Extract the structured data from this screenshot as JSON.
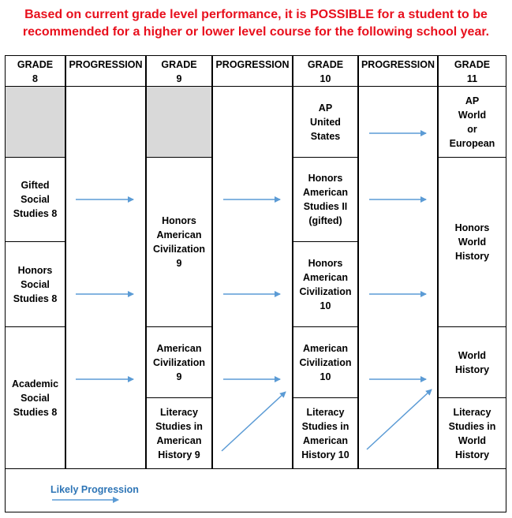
{
  "title": {
    "line1": "Based on current grade level performance, it is POSSIBLE for a student to be",
    "line2": "recommended for a higher or lower level course for the following school year."
  },
  "headers": {
    "grade8": "GRADE\n8",
    "progression1": "PROGRESSION",
    "grade9": "GRADE\n9",
    "progression2": "PROGRESSION",
    "grade10": "GRADE\n10",
    "progression3": "PROGRESSION",
    "grade11": "GRADE\n11"
  },
  "grade8": {
    "gifted": "Gifted\nSocial\nStudies 8",
    "honors": "Honors\nSocial\nStudies 8",
    "academic": "Academic\nSocial\nStudies 8"
  },
  "grade9": {
    "honors": "Honors\nAmerican\nCivilization\n9",
    "american": "American\nCivilization\n9",
    "literacy": "Literacy\nStudies in\nAmerican\nHistory 9"
  },
  "grade10": {
    "ap": "AP\nUnited\nStates",
    "honors2": "Honors\nAmerican\nStudies II\n(gifted)",
    "honors": "Honors\nAmerican\nCivilization\n10",
    "american": "American\nCivilization\n10",
    "literacy": "Literacy\nStudies in\nAmerican\nHistory 10"
  },
  "grade11": {
    "ap": "AP\nWorld\nor\nEuropean",
    "honors": "Honors\nWorld\nHistory",
    "world": "World\nHistory",
    "literacy": "Literacy\nStudies in\nWorld\nHistory"
  },
  "legend": {
    "label": "Likely Progression"
  },
  "colors": {
    "title": "#e8101d",
    "arrow": "#5b9bd5",
    "legend_text": "#2e75b6",
    "empty_cell": "#d9d9d9"
  }
}
